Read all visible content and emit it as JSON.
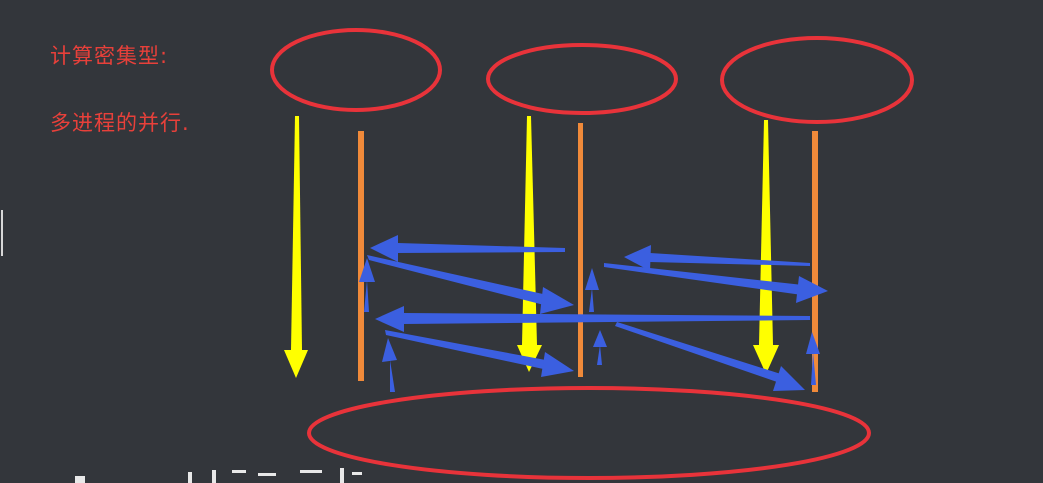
{
  "annotations": {
    "line1": "计算密集型:",
    "line2": "多进程的并行."
  },
  "colors": {
    "background": "#33363b",
    "annotation_text": "#e8403a",
    "process_ellipse": "#e8333a",
    "execution_arrow": "#ffff00",
    "process_line": "#f08a3a",
    "switch_arrow": "#3b5fe0"
  },
  "icons": {
    "cursor": "text-cursor"
  }
}
